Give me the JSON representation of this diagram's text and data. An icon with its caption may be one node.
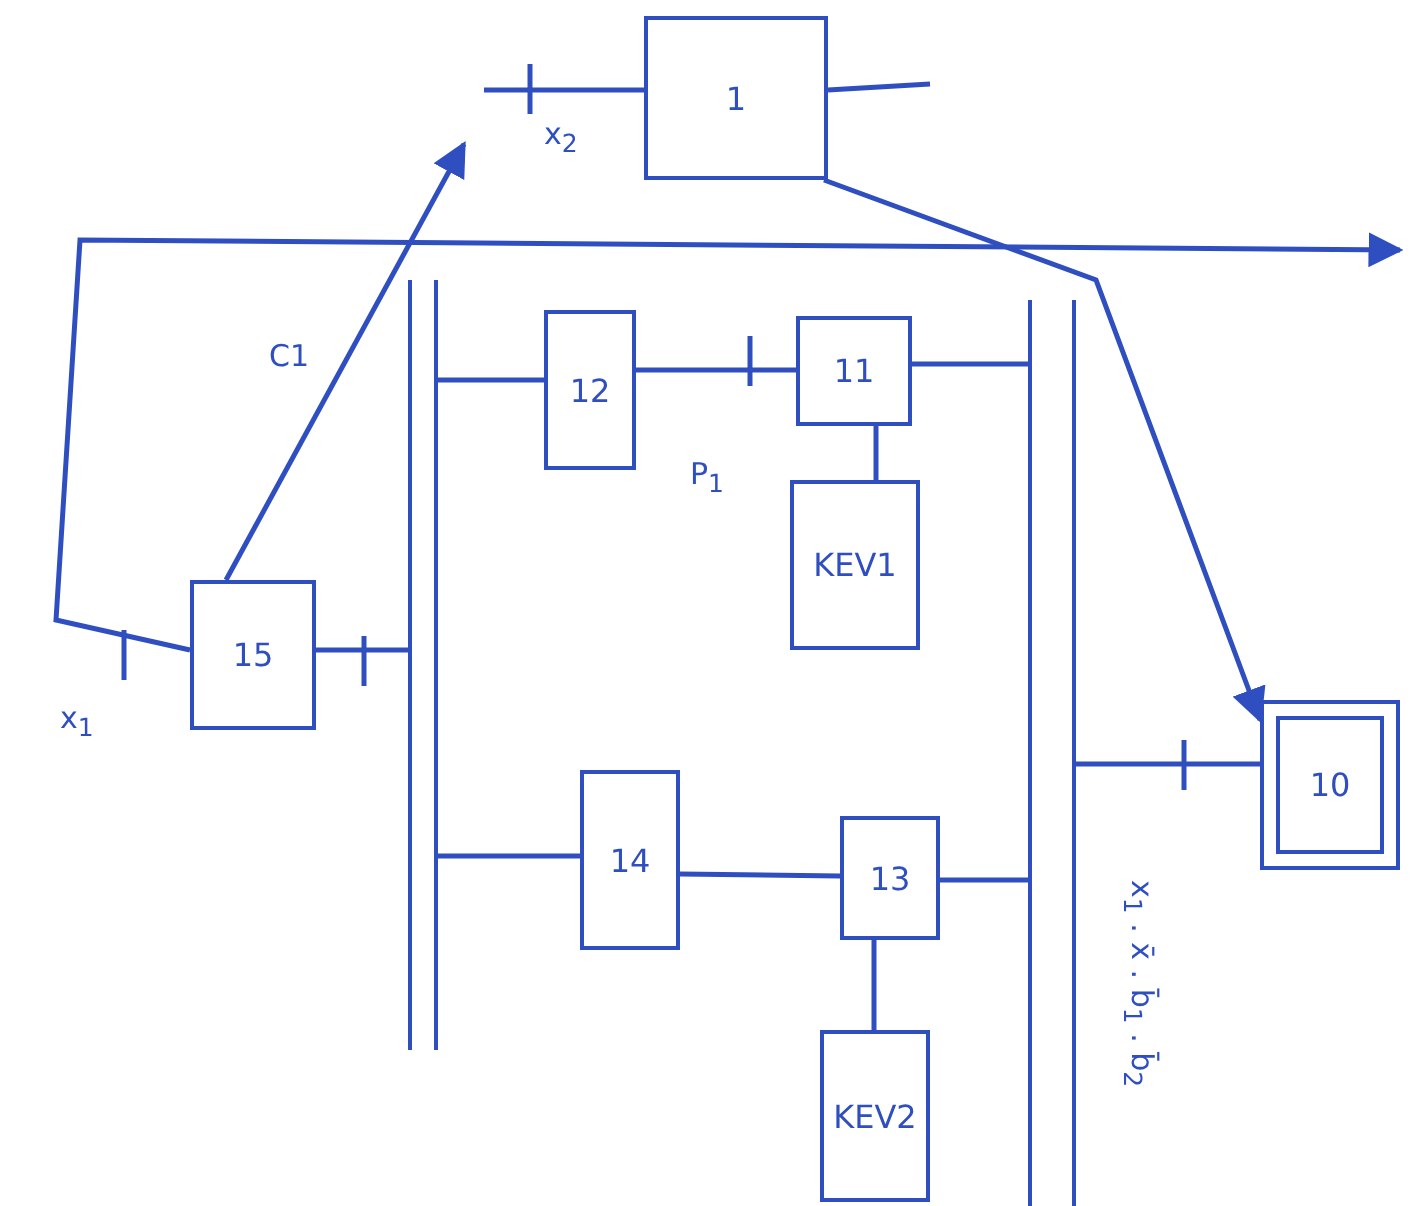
{
  "diagram": {
    "nodes": [
      {
        "text": [
          "1"
        ]
      },
      {
        "text": [
          "12"
        ]
      },
      {
        "text": [
          "11"
        ]
      },
      {
        "text": [
          "KEV1"
        ]
      },
      {
        "text": [
          "15"
        ]
      },
      {
        "text": [
          "14"
        ]
      },
      {
        "text": [
          "13"
        ]
      },
      {
        "text": [
          "KEV2"
        ]
      },
      {
        "text": [
          "10"
        ]
      },
      {
        "text": [],
        "shape": "bar"
      },
      {
        "text": [],
        "shape": "bar"
      }
    ],
    "edges": [
      {
        "from": 0,
        "to": 8,
        "arrow": "to"
      },
      {
        "from": 4,
        "to": null,
        "arrow": "to",
        "label": "C1"
      },
      {
        "from": 1,
        "to": 2,
        "arrow": "none"
      },
      {
        "from": 2,
        "to": 3,
        "arrow": "none"
      },
      {
        "from": 5,
        "to": 6,
        "arrow": "none"
      },
      {
        "from": 6,
        "to": 7,
        "arrow": "none"
      },
      {
        "from": 4,
        "to": null,
        "arrow": "to"
      },
      {
        "from": 4,
        "to": 9,
        "arrow": "none"
      },
      {
        "from": 9,
        "to": 1,
        "arrow": "none"
      },
      {
        "from": 9,
        "to": 5,
        "arrow": "none"
      },
      {
        "from": 2,
        "to": 10,
        "arrow": "none"
      },
      {
        "from": 6,
        "to": 10,
        "arrow": "none"
      },
      {
        "from": 10,
        "to": 8,
        "arrow": "none"
      }
    ],
    "labels": [
      "x$_{2}$",
      "P$_{1}$",
      "x$_{1}$",
      "x$_{1}$ . x̄ . b̄$_{1}$ . b̄$_{2}$"
    ]
  }
}
